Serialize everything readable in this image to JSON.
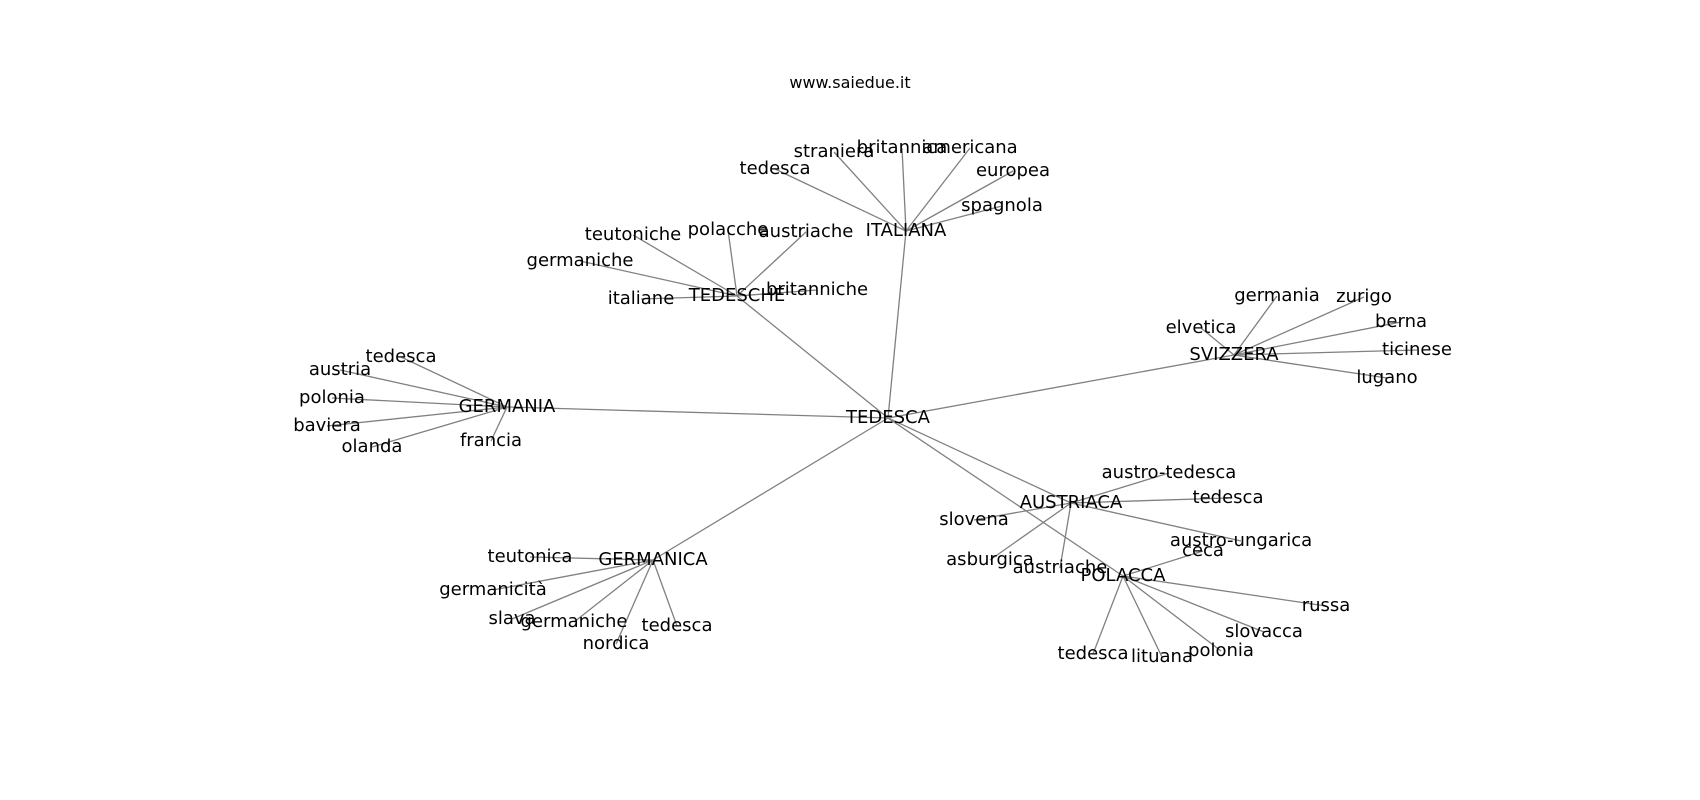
{
  "title": "www.saiedue.it",
  "colors": {
    "edge": "#808080",
    "text": "#000000",
    "background": "#ffffff"
  },
  "graph": {
    "center": "TEDESCA",
    "clusters": [
      {
        "hub": "ITALIANA",
        "leaves": [
          "straniera",
          "britannica",
          "americana",
          "tedesca",
          "europea",
          "spagnola"
        ]
      },
      {
        "hub": "TEDESCHE",
        "leaves": [
          "teutoniche",
          "polacche",
          "austriache",
          "germaniche",
          "italiane",
          "britanniche"
        ]
      },
      {
        "hub": "SVIZZERA",
        "leaves": [
          "germania",
          "zurigo",
          "elvetica",
          "berna",
          "ticinese",
          "lugano"
        ]
      },
      {
        "hub": "GERMANIA",
        "leaves": [
          "tedesca",
          "austria",
          "polonia",
          "baviera",
          "olanda",
          "francia"
        ]
      },
      {
        "hub": "GERMANICA",
        "leaves": [
          "teutonica",
          "germanicità",
          "slava",
          "germaniche",
          "tedesca",
          "nordica"
        ]
      },
      {
        "hub": "AUSTRIACA",
        "leaves": [
          "austro-tedesca",
          "tedesca",
          "slovena",
          "austro-ungarica",
          "asburgica",
          "austriache"
        ]
      },
      {
        "hub": "POLACCA",
        "leaves": [
          "ceca",
          "russa",
          "slovacca",
          "polonia",
          "tedesca",
          "lituana"
        ]
      }
    ]
  }
}
